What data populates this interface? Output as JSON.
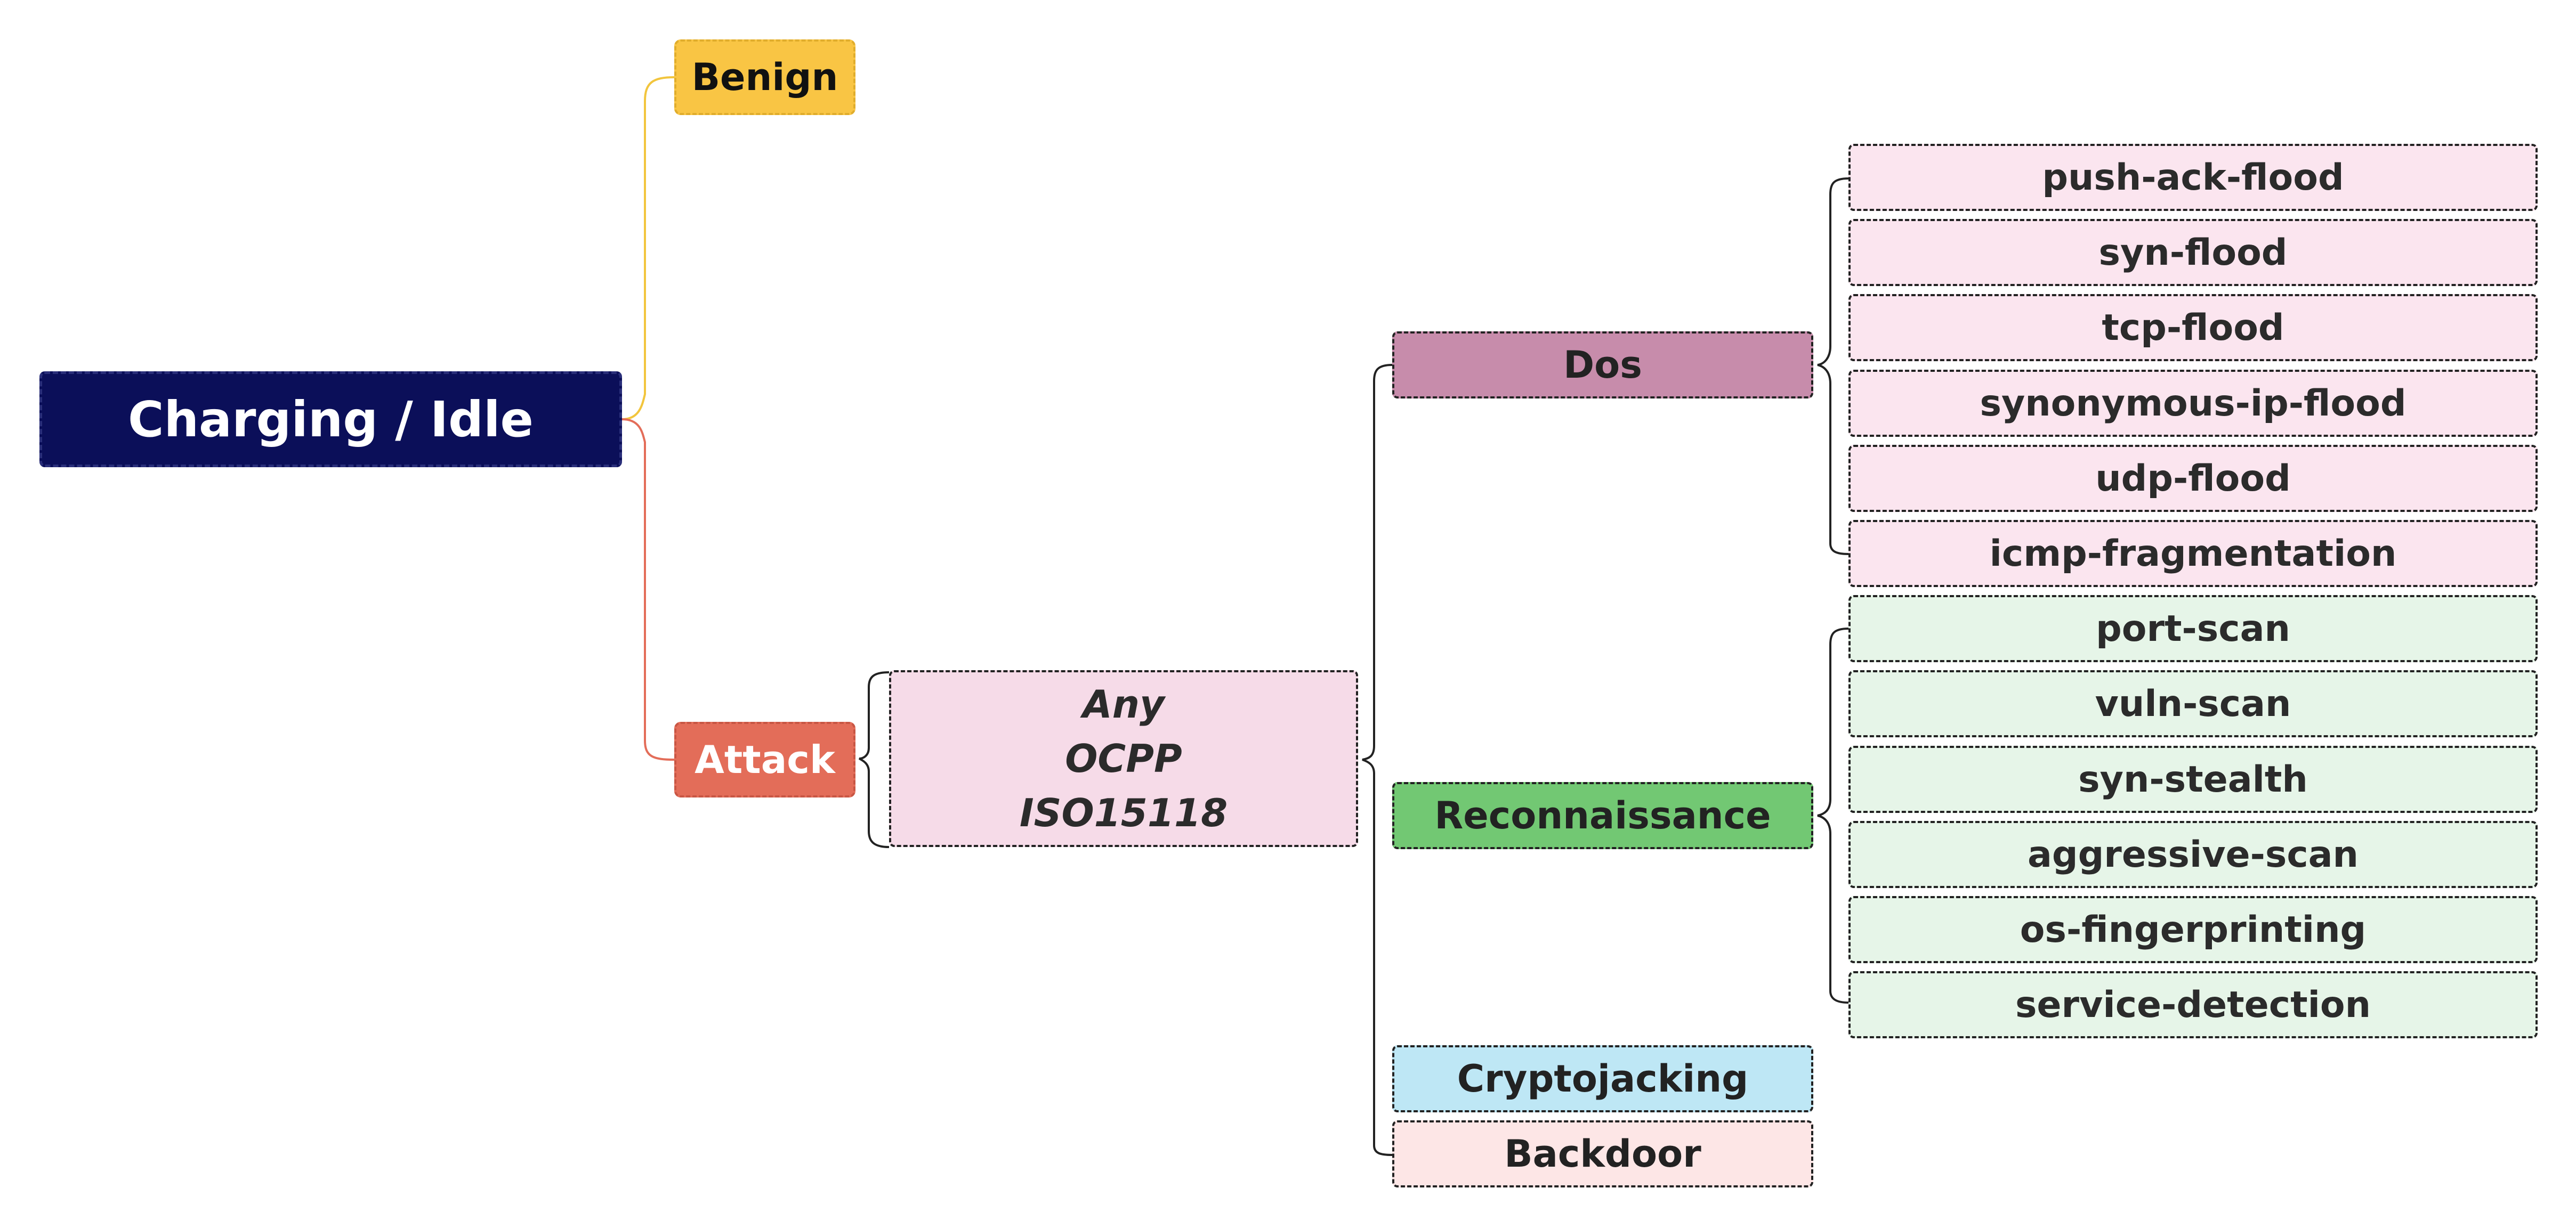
{
  "root": {
    "label": "Charging / Idle"
  },
  "branches": {
    "benign": {
      "label": "Benign"
    },
    "attack": {
      "label": "Attack"
    }
  },
  "protocols": [
    "Any",
    "OCPP",
    "ISO15118"
  ],
  "categories": {
    "dos": {
      "label": "Dos",
      "attacks": [
        "push-ack-flood",
        "syn-flood",
        "tcp-flood",
        "synonymous-ip-flood",
        "udp-flood",
        "icmp-fragmentation"
      ]
    },
    "reconnaissance": {
      "label": "Reconnaissance",
      "attacks": [
        "port-scan",
        "vuln-scan",
        "syn-stealth",
        "aggressive-scan",
        "os-fingerprinting",
        "service-detection"
      ]
    },
    "cryptojacking": {
      "label": "Cryptojacking"
    },
    "backdoor": {
      "label": "Backdoor"
    }
  },
  "colors": {
    "root": "#0b0f59",
    "benign": "#f9c544",
    "attack": "#e36d59",
    "protocol_box": "#f6dbe8",
    "dos": "#c78cab",
    "reconnaissance": "#72c873",
    "cryptojacking": "#bee7f5",
    "backdoor": "#fde6e6",
    "dos_leaf": "#fbe5ef",
    "recon_leaf": "#e6f5e8",
    "benign_link": "#f2c53d",
    "attack_link": "#e36d59"
  }
}
